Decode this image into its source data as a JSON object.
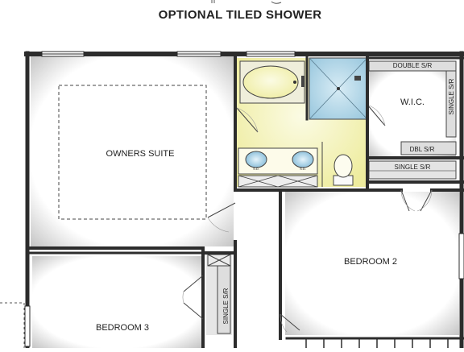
{
  "header": {
    "title": "OPTIONAL TILED SHOWER"
  },
  "rooms": {
    "owners_suite": "OWNERS SUITE",
    "wic": "W.I.C.",
    "bedroom2": "BEDROOM 2",
    "bedroom3": "BEDROOM 3"
  },
  "closet_labels": {
    "double_sr": "DOUBLE S/R",
    "single_sr_wic": "SINGLE S/R",
    "dbl_sr": "DBL S/R",
    "single_sr_hall": "SINGLE S/R",
    "single_sr_bedroom3": "SINGLE S/R"
  },
  "fixture_labels": {
    "sink_marker": "S.D."
  },
  "colors": {
    "wall": "#2c2c2c",
    "bath_floor": "#f4f2b2",
    "shower_floor": "#b9d9ea",
    "room_shadow": "#c8c8c8",
    "tub": "#f2efd6"
  }
}
